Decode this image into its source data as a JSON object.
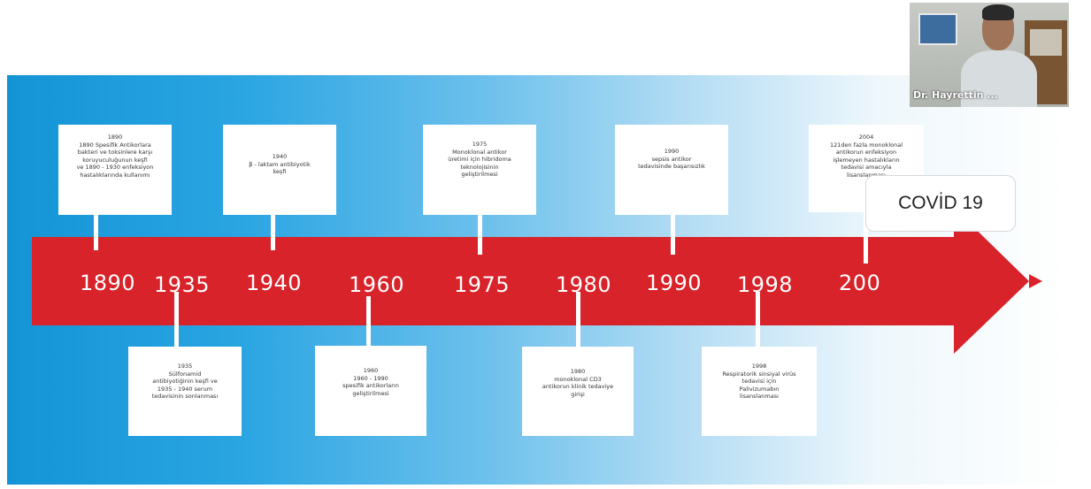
{
  "slide": {
    "colors": {
      "arrow": "#d8232a",
      "background_start": "#1494d6",
      "background_end": "#ffffff"
    },
    "years": [
      "1890",
      "1935",
      "1940",
      "1960",
      "1975",
      "1980",
      "1990",
      "1998",
      "200"
    ],
    "top_events": [
      "1890\n1890 Spesifik Antikorlara\nbakteri ve toksinlere karşı\nkoruyuculuğunun keşfi\nve 1890 - 1930 enfeksiyon\nhastalıklarında kullanımı",
      "1940\nβ - laktam antibiyotik\nkeşfi",
      "1975\nMonoklonal antikor\nüretimi için hibridoma\nteknolojisinin\ngeliştirilmesi",
      "1990\nsepsis antikor\ntedavisinde başarısızlık",
      "2004\n121den fazla monoklonal\nantikorun enfeksiyon\nişlemeyen hastalıkların\ntedavisi amacıyla\nlisanslanması"
    ],
    "bottom_events": [
      "1935\nSülfonamid\nantibiyotiğinin keşfi ve\n1935 - 1940 serum\ntedavisinin sonlanması",
      "1960\n1960 - 1990\nspesifik antikorların\ngeliştirilmesi",
      "1980\nmonoklonal CD3\nantikorun klinik tedaviye\ngirişi",
      "1998\nRespiratorik sinsiyal virüs\ntedavisi için\nPalivizumabın\nlisanslanması"
    ],
    "covid_label": "COVİD 19"
  },
  "video": {
    "participant_name": "Dr. Hayrettin ..."
  }
}
